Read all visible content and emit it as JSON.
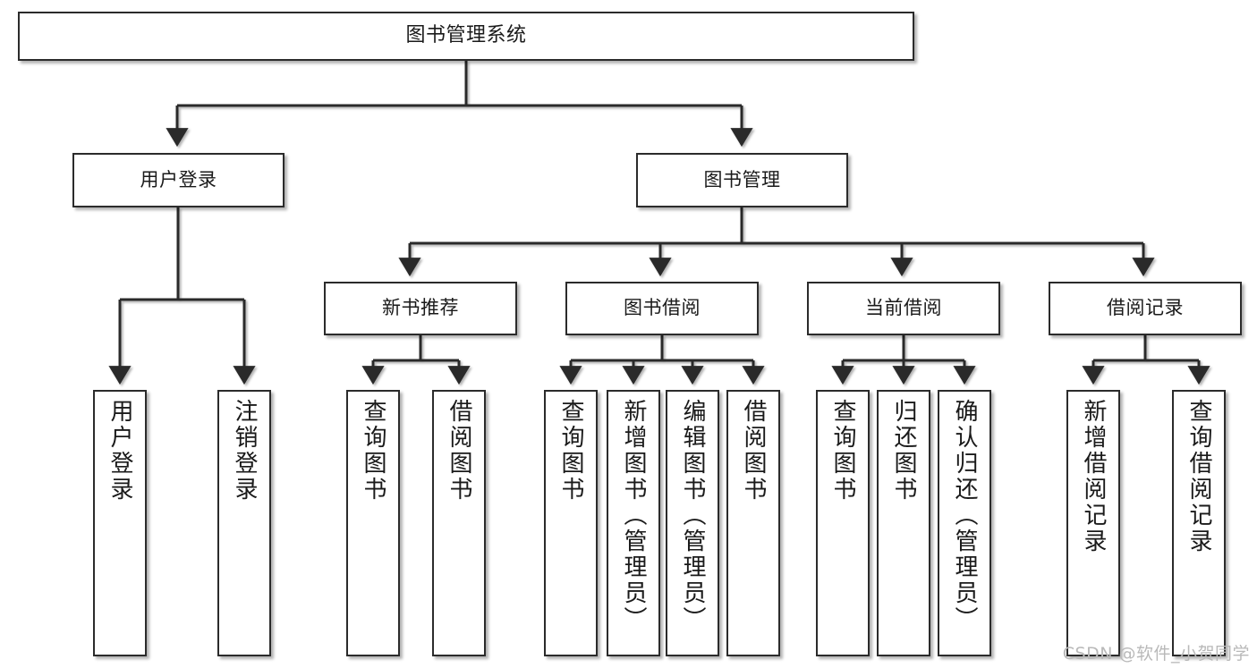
{
  "diagram": {
    "title": "图书管理系统",
    "type": "tree-hierarchy-diagram",
    "watermark": "CSDN @软件_小贺同学",
    "colors": {
      "node_border": "#2b2b2b",
      "node_fill": "#ffffff",
      "connector": "#2b2b2b",
      "text": "#1a1a1a",
      "watermark": "#b9b9b9"
    },
    "root": {
      "id": "root",
      "label": "图书管理系统"
    },
    "level2": [
      {
        "id": "user-login",
        "label": "用户登录"
      },
      {
        "id": "book-manage",
        "label": "图书管理"
      }
    ],
    "level3": [
      {
        "id": "new-book-rec",
        "label": "新书推荐",
        "parent": "book-manage"
      },
      {
        "id": "book-borrow",
        "label": "图书借阅",
        "parent": "book-manage"
      },
      {
        "id": "current-borrow",
        "label": "当前借阅",
        "parent": "book-manage"
      },
      {
        "id": "borrow-record",
        "label": "借阅记录",
        "parent": "book-manage"
      }
    ],
    "leaves": [
      {
        "id": "leaf-user-login",
        "label": "用户登录",
        "parent": "user-login"
      },
      {
        "id": "leaf-logout",
        "label": "注销登录",
        "parent": "user-login"
      },
      {
        "id": "leaf-query-book-1",
        "label": "查询图书",
        "parent": "new-book-rec"
      },
      {
        "id": "leaf-borrow-book-1",
        "label": "借阅图书",
        "parent": "new-book-rec"
      },
      {
        "id": "leaf-query-book-2",
        "label": "查询图书",
        "parent": "book-borrow"
      },
      {
        "id": "leaf-add-book",
        "label": "新增图书（管理员）",
        "parent": "book-borrow"
      },
      {
        "id": "leaf-edit-book",
        "label": "编辑图书（管理员）",
        "parent": "book-borrow"
      },
      {
        "id": "leaf-borrow-book-2",
        "label": "借阅图书",
        "parent": "book-borrow"
      },
      {
        "id": "leaf-query-book-3",
        "label": "查询图书",
        "parent": "current-borrow"
      },
      {
        "id": "leaf-return-book",
        "label": "归还图书",
        "parent": "current-borrow"
      },
      {
        "id": "leaf-confirm-return",
        "label": "确认归还（管理员）",
        "parent": "current-borrow"
      },
      {
        "id": "leaf-add-record",
        "label": "新增借阅记录",
        "parent": "borrow-record"
      },
      {
        "id": "leaf-query-record",
        "label": "查询借阅记录",
        "parent": "borrow-record"
      }
    ]
  }
}
